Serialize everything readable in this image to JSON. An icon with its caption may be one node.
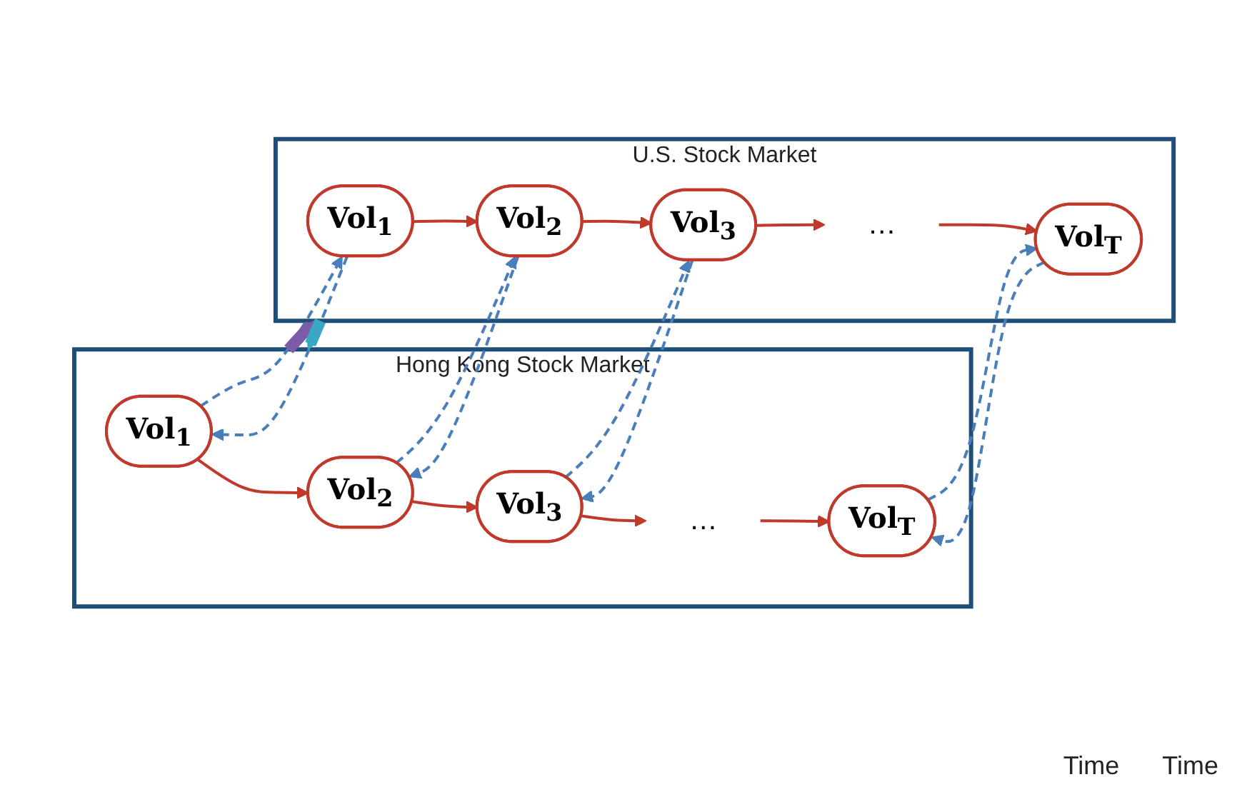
{
  "diagram": {
    "nodes": [
      {
        "text": [
          "U.S. Stock Market"
        ]
      },
      {
        "text": [
          "Vol$_{1}$"
        ],
        "in": 0
      },
      {
        "text": [
          "Vol$_{2}$"
        ],
        "in": 0
      },
      {
        "text": [
          "Vol$_{3}$"
        ],
        "in": 0
      },
      {
        "text": [
          "…"
        ],
        "in": 0
      },
      {
        "text": [
          "Vol$_{T}$"
        ],
        "in": 0
      },
      {
        "text": [
          "Hong Kong Stock Market"
        ]
      },
      {
        "text": [
          "Vol$_{1}$"
        ],
        "in": 6
      },
      {
        "text": [
          "Vol$_{2}$"
        ],
        "in": 6
      },
      {
        "text": [
          "Vol$_{3}$"
        ],
        "in": 6
      },
      {
        "text": [
          "…"
        ],
        "in": 6
      },
      {
        "text": [
          "Vol$_{T}$"
        ],
        "in": 6
      }
    ],
    "edges": [
      {
        "from": 1,
        "to": 2,
        "arrow": "to"
      },
      {
        "from": 2,
        "to": 3,
        "arrow": "to"
      },
      {
        "from": 3,
        "to": 4,
        "arrow": "to"
      },
      {
        "from": 4,
        "to": 5,
        "arrow": "to"
      },
      {
        "from": 7,
        "to": 8,
        "arrow": "to"
      },
      {
        "from": 8,
        "to": 9,
        "arrow": "to"
      },
      {
        "from": 9,
        "to": 10,
        "arrow": "to"
      },
      {
        "from": 10,
        "to": 11,
        "arrow": "to"
      },
      {
        "from": 1,
        "to": 7,
        "arrow": "to",
        "style": "dashed",
        "color": "#4a7ebb"
      },
      {
        "from": 7,
        "to": 1,
        "arrow": "to",
        "style": "dashed",
        "color": "#4a7ebb"
      },
      {
        "from": 2,
        "to": 8,
        "arrow": "to",
        "style": "dashed",
        "color": "#4a7ebb"
      },
      {
        "from": 8,
        "to": 2,
        "arrow": "to",
        "style": "dashed",
        "color": "#4a7ebb"
      },
      {
        "from": 3,
        "to": 9,
        "arrow": "to",
        "style": "dashed",
        "color": "#4a7ebb"
      },
      {
        "from": 9,
        "to": 3,
        "arrow": "to",
        "style": "dashed",
        "color": "#4a7ebb"
      },
      {
        "from": 5,
        "to": 11,
        "arrow": "to",
        "style": "dashed",
        "color": "#4a7ebb"
      },
      {
        "from": 11,
        "to": 5,
        "arrow": "to",
        "style": "dashed",
        "color": "#4a7ebb"
      },
      {
        "from": 6,
        "to": 0,
        "arrow": "to",
        "style": "thick",
        "color": "#7c5ca8"
      },
      {
        "from": 0,
        "to": 6,
        "arrow": "to",
        "style": "thick",
        "color": "#3aa8c4"
      }
    ],
    "labels": [
      "Time",
      "Time"
    ]
  }
}
